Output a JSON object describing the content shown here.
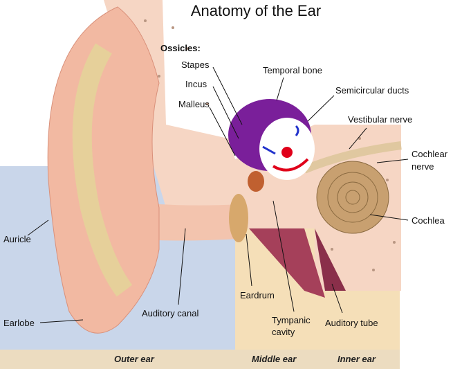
{
  "title": "Anatomy of the Ear",
  "labels": {
    "ossicles": "Ossicles:",
    "stapes": "Stapes",
    "incus": "Incus",
    "malleus": "Malleus",
    "temporal_bone": "Temporal bone",
    "semicircular_ducts": "Semicircular ducts",
    "vestibular_nerve": "Vestibular nerve",
    "cochlear_nerve_1": "Cochlear",
    "cochlear_nerve_2": "nerve",
    "cochlea": "Cochlea",
    "auricle": "Auricle",
    "earlobe": "Earlobe",
    "auditory_canal": "Auditory canal",
    "eardrum": "Eardrum",
    "tympanic_cavity_1": "Tympanic",
    "tympanic_cavity_2": "cavity",
    "auditory_tube": "Auditory tube"
  },
  "zones": {
    "outer": "Outer ear",
    "middle": "Middle ear",
    "inner": "Inner ear"
  },
  "colors": {
    "outer_bg": "#c9d6ea",
    "middle_bg": "#f5dfb8",
    "inner_bg": "#f5dfb8",
    "skin": "#f2b9a2",
    "bone": "#f6d6c4",
    "cartilage": "#e9d29a",
    "cochlea": "#c8a070",
    "clown_hair": "#7a1f9a"
  }
}
